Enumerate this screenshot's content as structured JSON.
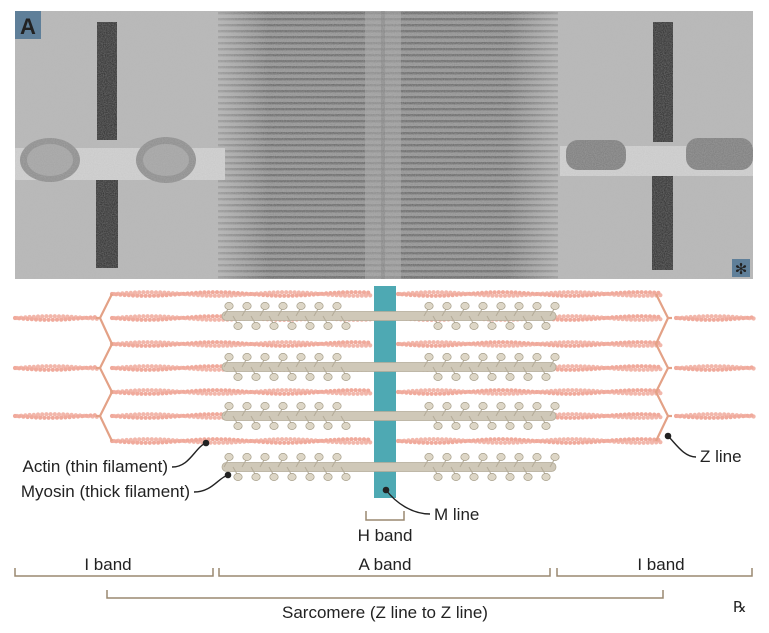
{
  "panel": {
    "letter": "A",
    "micrograph_badge": "✻",
    "corner_badge": "℞"
  },
  "labels": {
    "actin": "Actin (thin filament)",
    "myosin": "Myosin (thick filament)",
    "z_line": "Z line",
    "m_line": "M line",
    "h_band": "H band",
    "i_band_left": "I band",
    "a_band": "A band",
    "i_band_right": "I band",
    "sarcomere": "Sarcomere (Z line to Z line)"
  },
  "colors": {
    "panel_label_bg": "#5f7f99",
    "actin": "#f0aa9c",
    "myosin_rod": "#cfc8b8",
    "myosin_head": "#ddd6c6",
    "m_line": "#4ea9b3",
    "bracket": "#9a8870",
    "z_line": "#e3a186"
  }
}
